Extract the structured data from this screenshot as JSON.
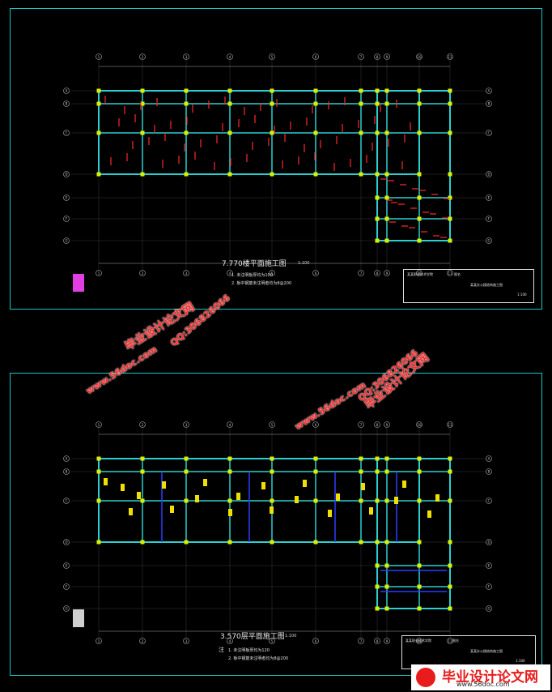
{
  "sheets": [
    {
      "plan_title_number": "7.770",
      "plan_title_text": "楼平面施工图",
      "scale_text": "1:100",
      "notes": [
        "1. 未注明板厚均为100",
        "2. 板中钢筋未注明者均为8@200"
      ],
      "grid_top_labels": [
        "1",
        "2",
        "3",
        "4",
        "5",
        "6",
        "7",
        "8",
        "9",
        "10",
        "11"
      ],
      "grid_side_labels": [
        "A",
        "B",
        "C",
        "D",
        "E",
        "F",
        "G"
      ],
      "title_block": {
        "school": "某某职业技术学院",
        "item": "图名",
        "project": "某某办公楼结构施工图",
        "scale": "1:100"
      }
    },
    {
      "plan_title_number": "3.570",
      "plan_title_text": "层平面施工图",
      "scale_text": "1:100",
      "notes_heading": "注",
      "notes": [
        "1. 未注明板厚均为120",
        "2. 板中钢筋未注明者均为8@200"
      ],
      "grid_top_labels": [
        "1",
        "2",
        "3",
        "4",
        "5",
        "6",
        "7",
        "8",
        "9",
        "10",
        "11"
      ],
      "grid_side_labels": [
        "A",
        "B",
        "C",
        "D",
        "E",
        "F",
        "G"
      ],
      "title_block": {
        "school": "某某职业技术学院",
        "item": "图名",
        "project": "某某办公楼结构施工图",
        "scale": "1:100"
      }
    }
  ],
  "watermarks": {
    "site_cn": "毕业设计论文网",
    "site_url": "www.56doc.com",
    "qq": "QQ:306826066"
  },
  "brand": {
    "name": "毕业设计论文网",
    "url": "www.56doc.com"
  }
}
